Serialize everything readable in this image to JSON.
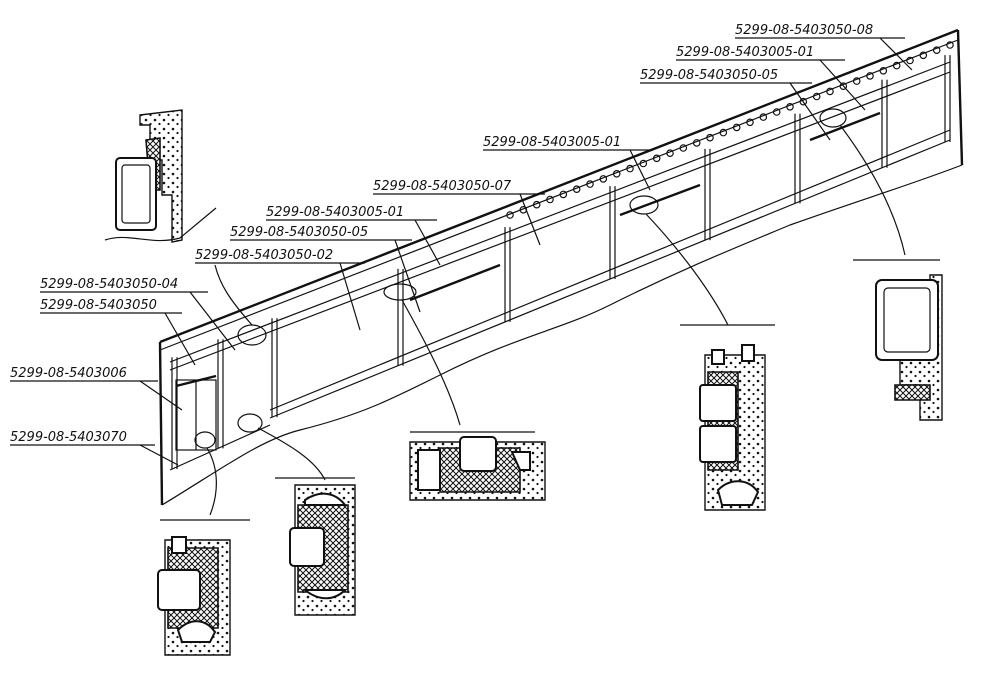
{
  "colors": {
    "ink": "#111111",
    "paper": "#ffffff"
  },
  "callouts": [
    {
      "id": "c1",
      "label": "5299-08-5403050-08"
    },
    {
      "id": "c2",
      "label": "5299-08-5403005-01"
    },
    {
      "id": "c3",
      "label": "5299-08-5403050-05"
    },
    {
      "id": "c4",
      "label": "5299-08-5403005-01"
    },
    {
      "id": "c5",
      "label": "5299-08-5403050-07"
    },
    {
      "id": "c6",
      "label": "5299-08-5403005-01"
    },
    {
      "id": "c7",
      "label": "5299-08-5403050-05"
    },
    {
      "id": "c8",
      "label": "5299-08-5403050-02"
    },
    {
      "id": "c9",
      "label": "5299-08-5403050-04"
    },
    {
      "id": "c10",
      "label": "5299-08-5403050"
    },
    {
      "id": "c11",
      "label": "5299-08-5403006"
    },
    {
      "id": "c12",
      "label": "5299-08-5403070"
    }
  ]
}
